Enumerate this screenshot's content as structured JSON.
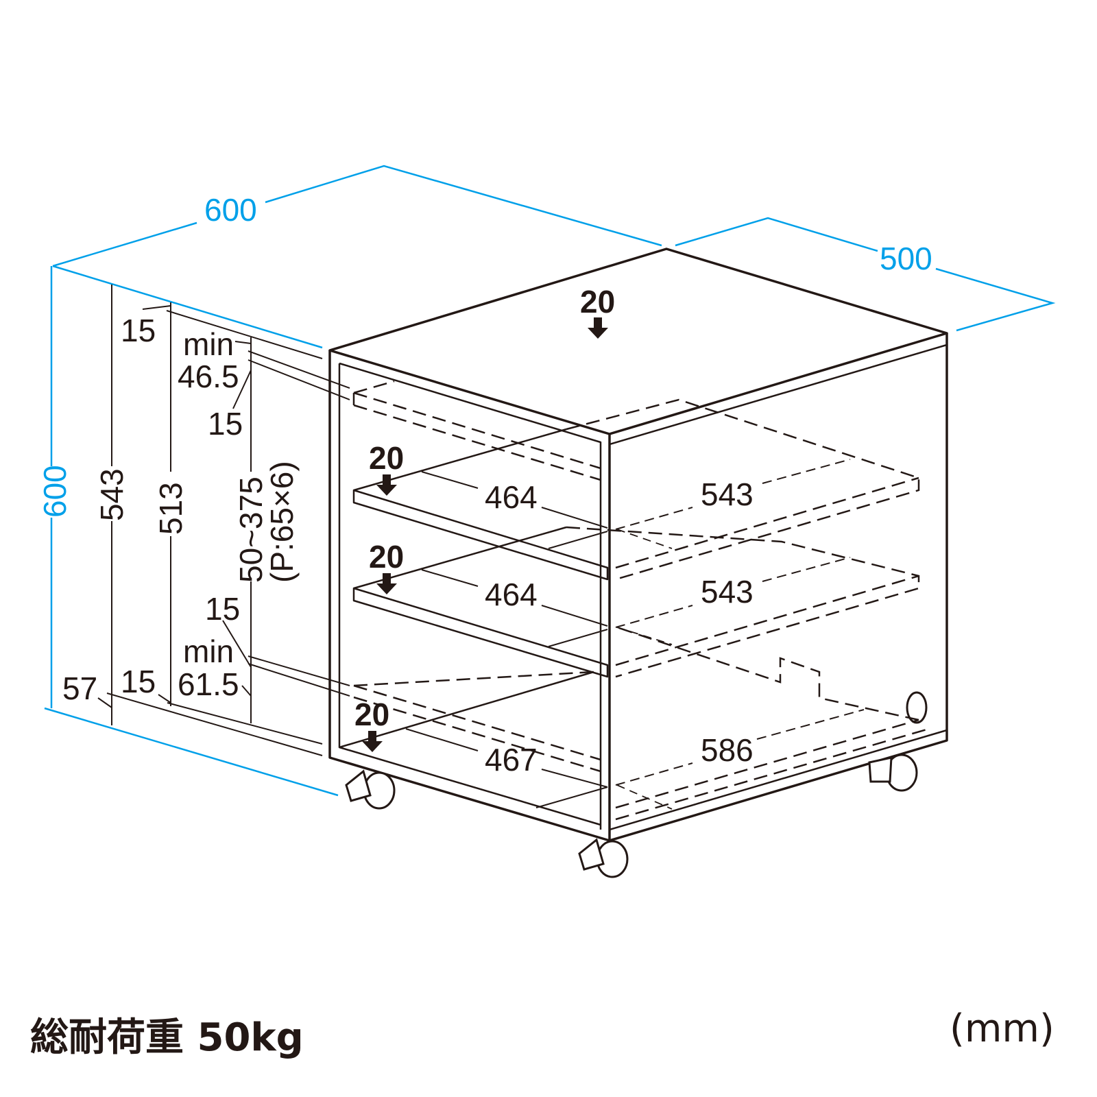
{
  "overall": {
    "width": "600",
    "depth": "500",
    "height": "600"
  },
  "vertical_dims": {
    "inner_top": "543",
    "inner_shelf_range": "513",
    "pitch_range": "50~375",
    "pitch_note": "(P:65×6)"
  },
  "side_dims": {
    "top_board": "15",
    "top_min_label": "min",
    "top_min_value": "46.5",
    "shelf_thickness_top": "15",
    "shelf_thickness_bottom": "15",
    "bottom_min_label": "min",
    "bottom_min_value": "61.5",
    "bottom_board": "15",
    "caster_height": "57"
  },
  "loads": {
    "top": "20",
    "shelf1": "20",
    "shelf2": "20",
    "bottom": "20"
  },
  "shelf_dims": {
    "shelf1_width": "464",
    "shelf1_depth": "543",
    "shelf2_width": "464",
    "shelf2_depth": "543",
    "bottom_width": "467",
    "bottom_depth": "586"
  },
  "footer": {
    "total_load": "総耐荷重 50kg",
    "unit": "(mm)"
  },
  "colors": {
    "dimension_blue": "#00a0e9",
    "line": "#231815"
  }
}
